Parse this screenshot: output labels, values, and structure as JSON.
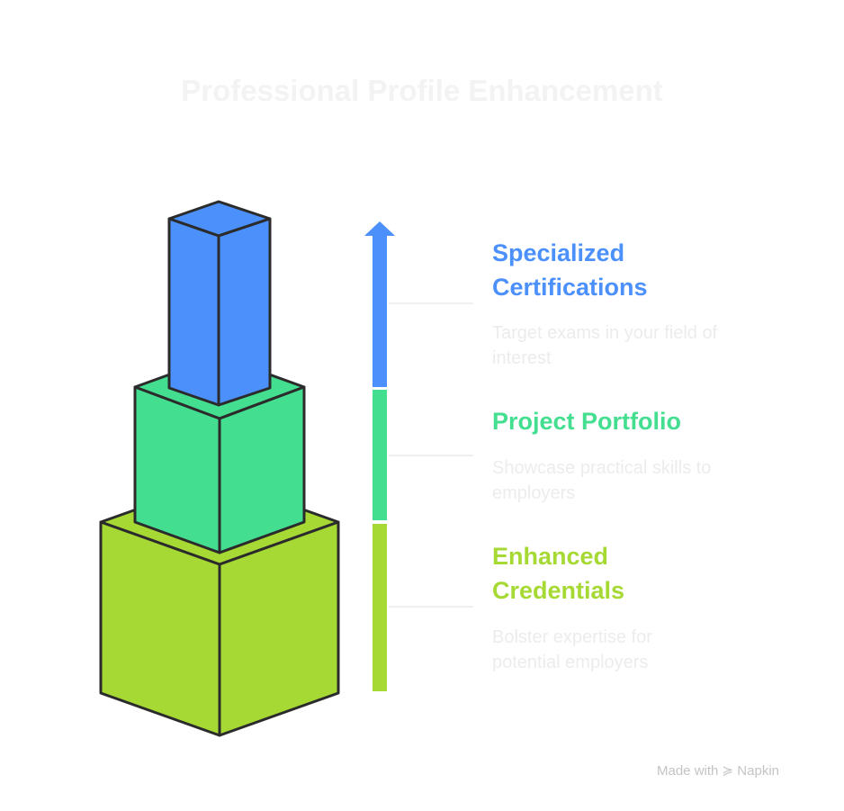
{
  "title": "Professional Profile Enhancement",
  "colors": {
    "blue": "#4b90fb",
    "green": "#44de91",
    "lime": "#a6d934",
    "outline": "#2b2b2b"
  },
  "levels": [
    {
      "heading": "Specialized Certifications",
      "desc": "Target exams in your field of interest"
    },
    {
      "heading": "Project Portfolio",
      "desc": "Showcase practical skills to employers"
    },
    {
      "heading": "Enhanced Credentials",
      "desc": "Bolster expertise for potential employers"
    }
  ],
  "footer": {
    "text": "Made with",
    "brand": "Napkin"
  }
}
